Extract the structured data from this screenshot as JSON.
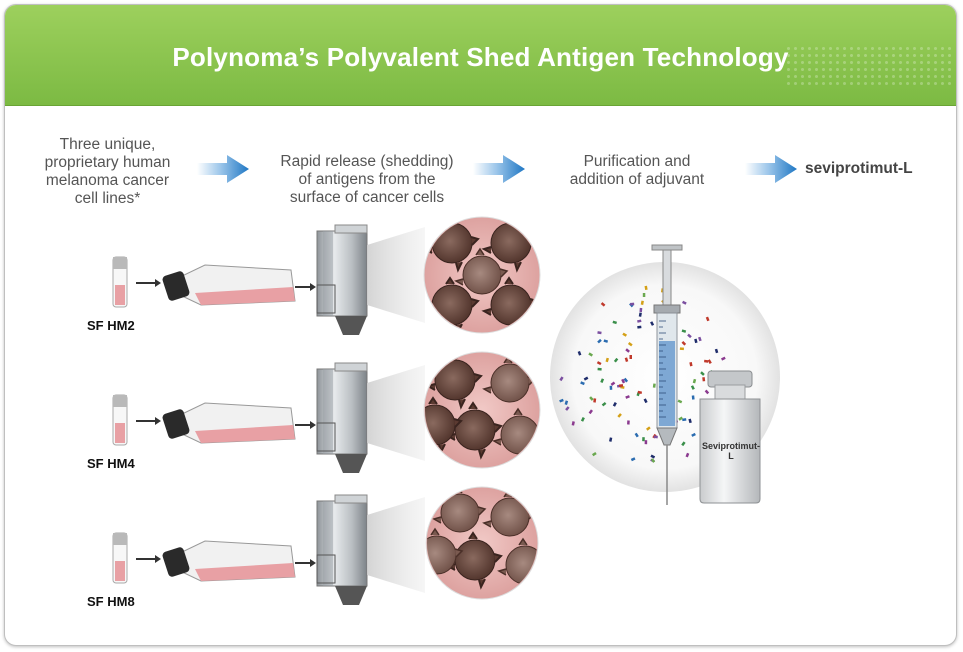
{
  "title": "Polynoma’s Polyvalent Shed Antigen Technology",
  "steps": {
    "step1": "Three unique,\nproprietary human\nmelanoma cancer\ncell lines*",
    "step2": "Rapid release (shedding)\nof antigens from the\nsurface of cancer cells",
    "step3": "Purification and\naddition of adjuvant",
    "step4": "seviprotimut-L"
  },
  "cell_lines": [
    "SF HM2",
    "SF HM4",
    "SF HM8"
  ],
  "vial_label": "Seviprotimut-L",
  "colors": {
    "banner_green": "#8cc64e",
    "arrow_blue": "#1f77c4",
    "step_text": "#555555",
    "media_pink": "#e8a0a4",
    "cell_brown": "#6b4a3f"
  },
  "icons": [
    "blue-arrow-icon",
    "vial-icon",
    "flask-icon",
    "bioreactor-icon",
    "cell-magnified-icon",
    "syringe-icon",
    "medicine-vial-icon"
  ]
}
